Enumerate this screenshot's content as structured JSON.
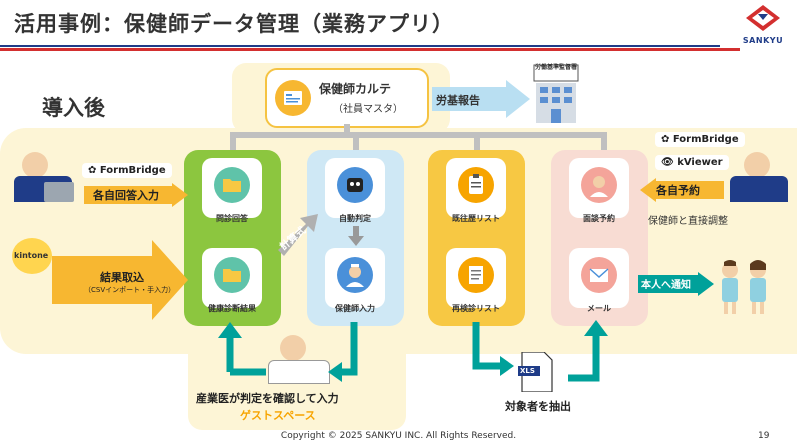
{
  "header": {
    "title": "活用事例：保健師データ管理（業務アプリ）",
    "logo_text": "SANKYU"
  },
  "section": {
    "heading": "導入後"
  },
  "karte": {
    "title": "保健師カルテ",
    "subtitle": "（社員マスタ）"
  },
  "rodo": {
    "label": "労基報告",
    "building_label": "労働基準監督署"
  },
  "left_top": {
    "formbridge": "FormBridge",
    "arrow_label": "各自回答入力"
  },
  "left_bottom": {
    "kintone": "kintone",
    "arrow_label": "結果取込",
    "arrow_sub": "（CSVインポート・手入力）"
  },
  "panels": {
    "green": {
      "top": "問診回答",
      "bottom": "健康診断結果"
    },
    "blue": {
      "top": "自動判定",
      "bottom": "保健師入力"
    },
    "yellow": {
      "top": "既往歴リスト",
      "bottom": "再検診リスト"
    },
    "pink": {
      "top": "面談予約",
      "bottom": "メール"
    }
  },
  "calc": {
    "label": "計算式"
  },
  "right": {
    "formbridge": "FormBridge",
    "kviewer": "kViewer",
    "arrow_label": "各自予約",
    "direct": "保健師と直接調整",
    "notify": "本人へ通知"
  },
  "bottom": {
    "doctor_label": "産業医が判定を確認して入力",
    "guest": "ゲストスペース",
    "extract": "対象者を抽出",
    "xls": "XLS"
  },
  "footer": {
    "copyright": "Copyright © 2025 SANKYU INC. All Rights Reserved.",
    "page": "19"
  },
  "colors": {
    "green": "#8cc63f",
    "blue": "#cfe8f5",
    "yellow": "#f7c843",
    "pink": "#f8dcd3",
    "teal": "#00a19a",
    "arrow_yellow": "#f7b731"
  }
}
